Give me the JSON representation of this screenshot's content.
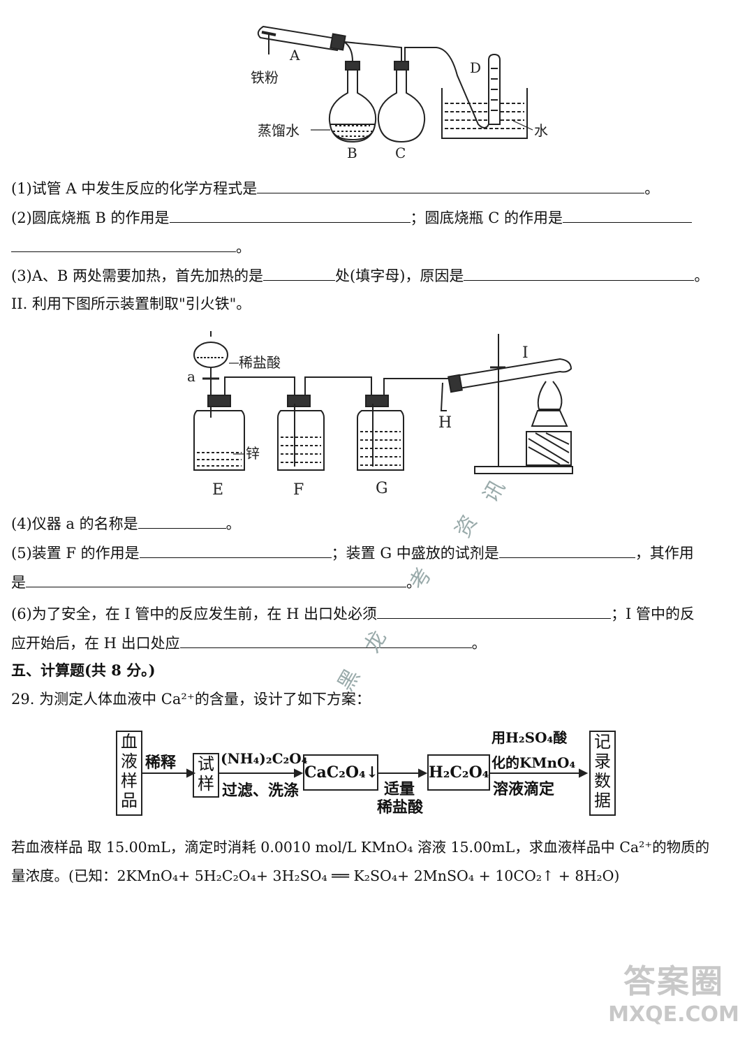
{
  "fig1": {
    "labels": {
      "A": "A",
      "iron": "铁粉",
      "water_dist": "蒸馏水",
      "B": "B",
      "C": "C",
      "D": "D",
      "water": "水"
    }
  },
  "q1": {
    "prefix": "(1)试管 A 中发生反应的化学方程式是",
    "suffix": "。"
  },
  "q2": {
    "part1": "(2)圆底烧瓶 B 的作用是",
    "sep": "；圆底烧瓶 C 的作用是",
    "end": "。"
  },
  "q3": {
    "part1": "(3)A、B 两处需要加热，首先加热的是",
    "part2": "处(填字母)，原因是",
    "end": "。"
  },
  "sec2": {
    "title": "II. 利用下图所示装置制取\"引火铁\"。"
  },
  "fig2": {
    "labels": {
      "a": "a",
      "acid": "稀盐酸",
      "zinc": "锌",
      "E": "E",
      "F": "F",
      "G": "G",
      "H": "H",
      "I": "I"
    }
  },
  "q4": {
    "prefix": "(4)仪器 a 的名称是",
    "end": "。"
  },
  "q5": {
    "part1": "(5)装置 F 的作用是",
    "part2": "；装置 G 中盛放的试剂是",
    "part3": "，其作用",
    "line2_prefix": "是",
    "line2_end": "。"
  },
  "q6": {
    "part1": "(6)为了安全，在 I 管中的反应发生前，在 H 出口处必须",
    "part2": "；I 管中的反",
    "line2_prefix": "应开始后，在 H 出口处应",
    "line2_end": "。"
  },
  "sec5": {
    "title": "五、计算题(共 8 分。)"
  },
  "q29": {
    "text": "29. 为测定人体血液中 Ca²⁺的含量，设计了如下方案："
  },
  "flow": {
    "box1": "血液样品",
    "arrow1": "稀释",
    "box2": "试样",
    "arrow2_top": "(NH₄)₂C₂O₄",
    "arrow2_bot": "过滤、洗涤",
    "box3": "CaC₂O₄↓",
    "arrow3_top": "适量",
    "arrow3_bot": "稀盐酸",
    "box4": "H₂C₂O₄",
    "arrow4_top1": "用H₂SO₄酸",
    "arrow4_top2": "化的KMnO₄",
    "arrow4_bot": "溶液滴定",
    "box5": "记录数据"
  },
  "q29b": {
    "line1": "若血液样品 取 15.00mL，滴定时消耗 0.0010 mol/L KMnO₄ 溶液 15.00mL，求血液样品中 Ca²⁺的物质的",
    "line2": "量浓度。(已知：2KMnO₄+ 5H₂C₂O₄+ 3H₂SO₄ ══ K₂SO₄+ 2MnSO₄ + 10CO₂↑ + 8H₂O)"
  },
  "watermark": {
    "w1": "讯",
    "w2": "资",
    "w3": "考",
    "w4": "龙",
    "w5": "黑"
  },
  "logo": {
    "top": "答案圈",
    "bottom": "MXQE.COM"
  }
}
